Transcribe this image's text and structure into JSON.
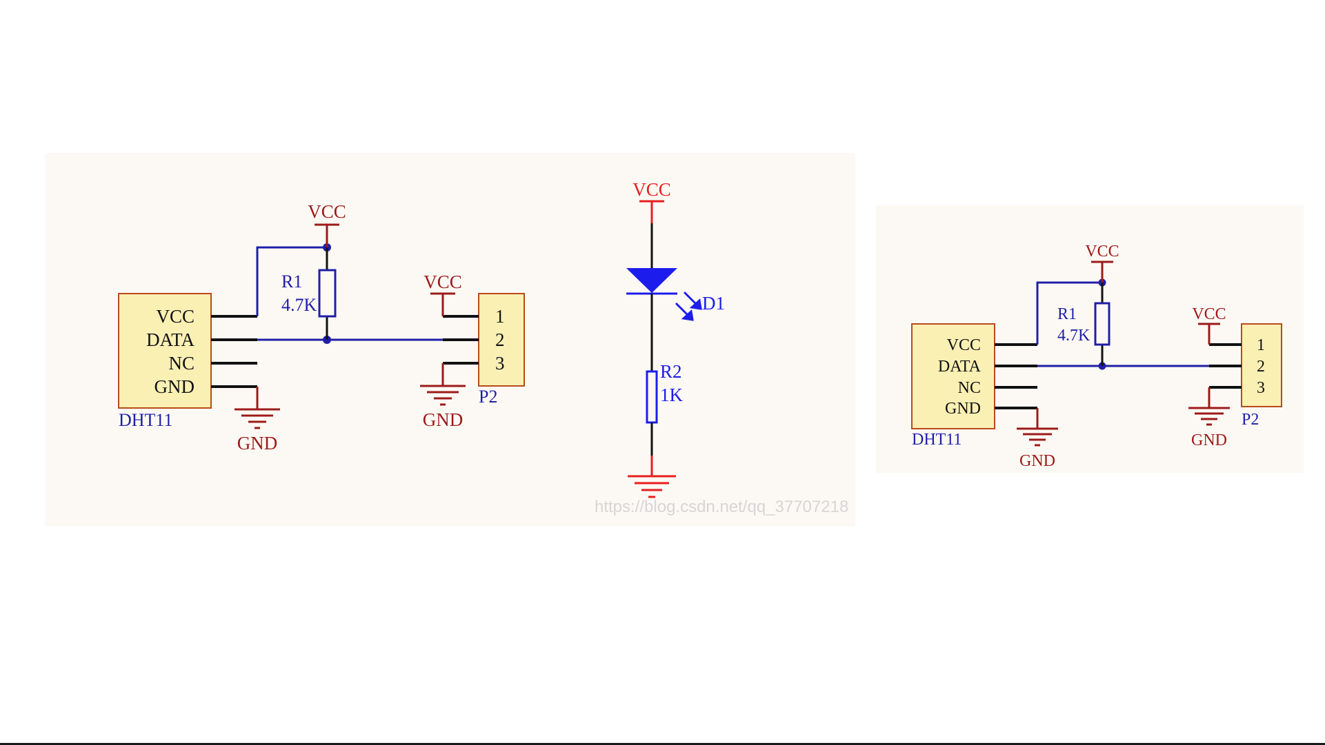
{
  "colors": {
    "wire": "#1f1fa8",
    "power": "#9c1a1a",
    "comp_fill": "#fbf0b4",
    "comp_stroke": "#b84a1a",
    "pin": "#111111",
    "led": "#1c1ced",
    "vcc_red": "#e81e1e",
    "panel": "#fcf9f4",
    "watermark": "#d6d6d6"
  },
  "left_schematic": {
    "sensor": {
      "ref": "DHT11",
      "pins": [
        "VCC",
        "DATA",
        "NC",
        "GND"
      ]
    },
    "resistor": {
      "ref": "R1",
      "value": "4.7K"
    },
    "connector": {
      "ref": "P2",
      "pins": [
        "1",
        "2",
        "3"
      ]
    },
    "power_vcc_top": "VCC",
    "power_vcc_connector": "VCC",
    "gnd_sensor": "GND",
    "gnd_connector": "GND"
  },
  "led_schematic": {
    "power_vcc": "VCC",
    "diode": {
      "ref": "D1"
    },
    "resistor": {
      "ref": "R2",
      "value": "1K"
    }
  },
  "watermark": "https://blog.csdn.net/qq_37707218",
  "right_schematic": {
    "sensor": {
      "ref": "DHT11",
      "pins": [
        "VCC",
        "DATA",
        "NC",
        "GND"
      ]
    },
    "resistor": {
      "ref": "R1",
      "value": "4.7K"
    },
    "connector": {
      "ref": "P2",
      "pins": [
        "1",
        "2",
        "3"
      ]
    },
    "power_vcc_top": "VCC",
    "power_vcc_connector": "VCC",
    "gnd_sensor": "GND",
    "gnd_connector": "GND"
  }
}
